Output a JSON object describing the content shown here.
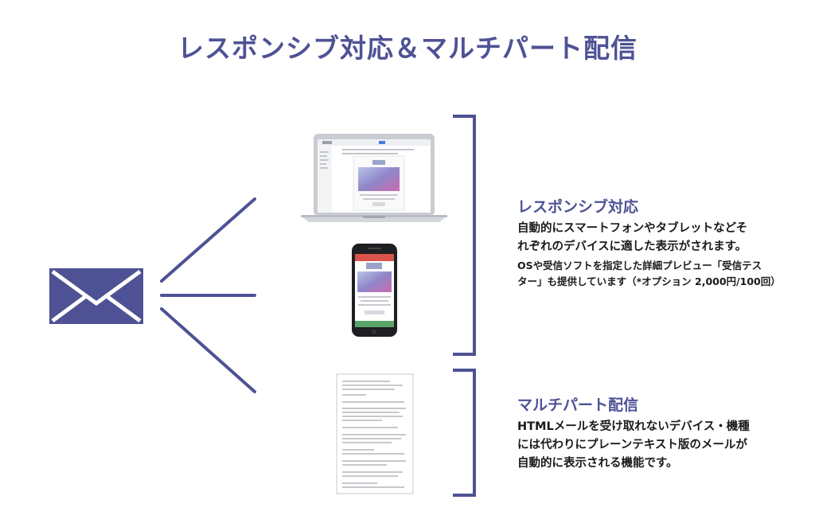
{
  "title": "レスポンシブ対応＆マルチパート配信",
  "responsive": {
    "heading": "レスポンシブ対応",
    "body_lines": [
      "自動的にスマートフォンやタブレットなどそ",
      "れぞれのデバイスに適した表示がされます。"
    ],
    "note_lines": [
      "OSや受信ソフトを指定した詳細プレビュー「受信テス",
      "ター」も提供しています（*オプション 2,000円/100回）"
    ]
  },
  "multipart": {
    "heading": "マルチパート配信",
    "body_lines": [
      "HTMLメールを受け取れないデバイス・機種",
      "には代わりにプレーンテキスト版のメールが",
      "自動的に表示される機能です。"
    ]
  },
  "icons": [
    "envelope-icon",
    "laptop-icon",
    "smartphone-icon",
    "text-document-icon"
  ],
  "colors": {
    "accent": "#4e5294"
  }
}
